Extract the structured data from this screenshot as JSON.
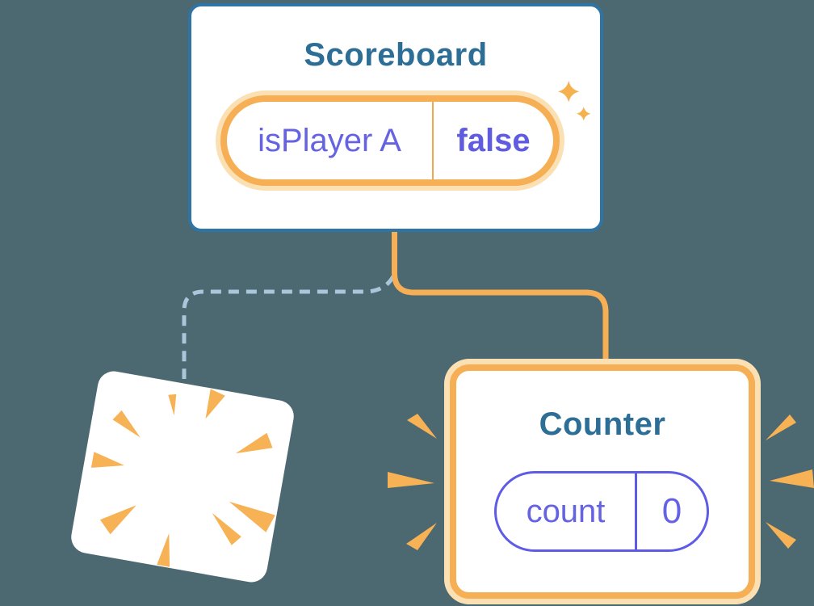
{
  "diagram": {
    "background_color": "#4C6871",
    "scoreboard_card": {
      "title": "Scoreboard",
      "state_pill": {
        "key": "isPlayer A",
        "value": "false"
      }
    },
    "counter_card": {
      "title": "Counter",
      "state_pill": {
        "key": "count",
        "value": "0"
      }
    },
    "connectors": {
      "solid_color": "#F6AF54",
      "dashed_color": "#A9C6DA"
    },
    "colors": {
      "accent_orange": "#F6AF54",
      "orange_glow": "#FBE0B4",
      "card_border_blue": "#2E74A4",
      "title_blue": "#2D6E96",
      "state_purple": "#5E5CE6",
      "ray_orange": "#F6B254",
      "card_white": "#FFFFFF"
    },
    "icons": {
      "sparkles": "sparkles-icon",
      "poof": "poof-burst-icon",
      "emphasis": "emphasis-rays-icon"
    }
  }
}
